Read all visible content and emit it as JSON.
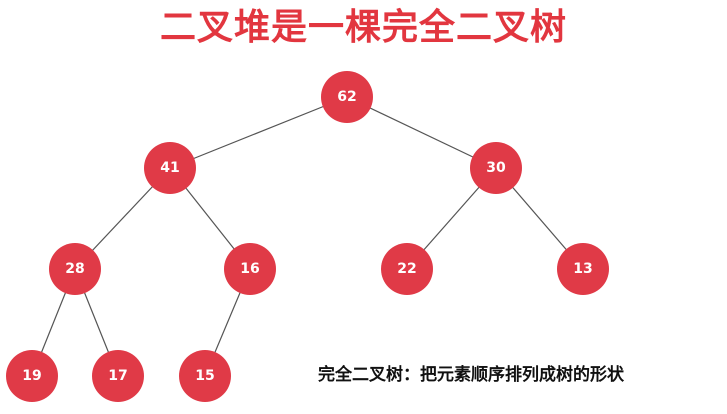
{
  "title": "二叉堆是一棵完全二叉树",
  "caption": "完全二叉树：把元素顺序排列成树的形状",
  "colors": {
    "title": "#e2363f",
    "node": "#e03a47",
    "node_text": "#ffffff",
    "edge": "#555555"
  },
  "tree": {
    "nodes": [
      {
        "id": "n0",
        "value": "62"
      },
      {
        "id": "n1",
        "value": "41"
      },
      {
        "id": "n2",
        "value": "30"
      },
      {
        "id": "n3",
        "value": "28"
      },
      {
        "id": "n4",
        "value": "16"
      },
      {
        "id": "n5",
        "value": "22"
      },
      {
        "id": "n6",
        "value": "13"
      },
      {
        "id": "n7",
        "value": "19"
      },
      {
        "id": "n8",
        "value": "17"
      },
      {
        "id": "n9",
        "value": "15"
      }
    ],
    "edges": [
      [
        "n0",
        "n1"
      ],
      [
        "n0",
        "n2"
      ],
      [
        "n1",
        "n3"
      ],
      [
        "n1",
        "n4"
      ],
      [
        "n2",
        "n5"
      ],
      [
        "n2",
        "n6"
      ],
      [
        "n3",
        "n7"
      ],
      [
        "n3",
        "n8"
      ],
      [
        "n4",
        "n9"
      ]
    ]
  }
}
